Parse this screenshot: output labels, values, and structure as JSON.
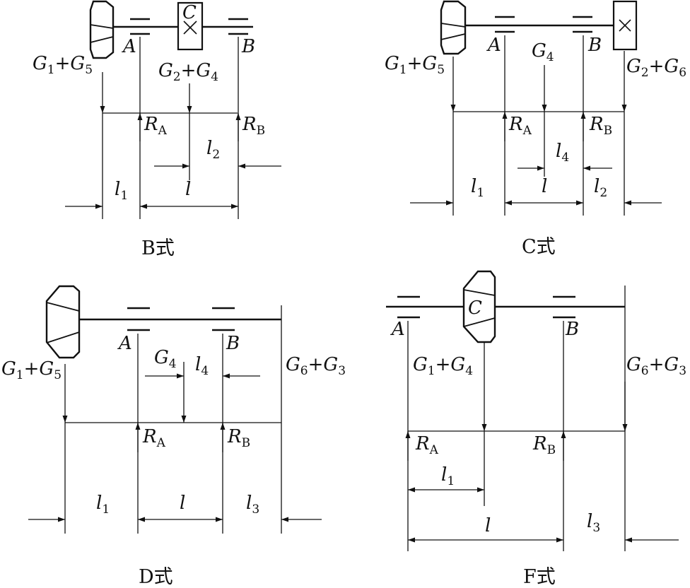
{
  "diagram_B": {
    "caption": "B式",
    "support_a": "A",
    "support_b": "B",
    "gear_c": "C",
    "load_g1g5": {
      "g": "G",
      "s1": "1",
      "plus": "+",
      "g2": "G",
      "s2": "5"
    },
    "load_g2g4": {
      "g": "G",
      "s1": "2",
      "plus": "+",
      "g2": "G",
      "s2": "4"
    },
    "reaction_a": {
      "r": "R",
      "s": "A"
    },
    "reaction_b": {
      "r": "R",
      "s": "B"
    },
    "dim_l1": {
      "l": "l",
      "s": "1"
    },
    "dim_l": "l",
    "dim_l2": {
      "l": "l",
      "s": "2"
    }
  },
  "diagram_C": {
    "caption": "C式",
    "support_a": "A",
    "support_b": "B",
    "load_g1g5": {
      "g": "G",
      "s1": "1",
      "plus": "+",
      "g2": "G",
      "s2": "5"
    },
    "load_g4": {
      "g": "G",
      "s": "4"
    },
    "load_g2g6": {
      "g": "G",
      "s1": "2",
      "plus": "+",
      "g2": "G",
      "s2": "6"
    },
    "reaction_a": {
      "r": "R",
      "s": "A"
    },
    "reaction_b": {
      "r": "R",
      "s": "B"
    },
    "dim_l1": {
      "l": "l",
      "s": "1"
    },
    "dim_l": "l",
    "dim_l2": {
      "l": "l",
      "s": "2"
    },
    "dim_l4": {
      "l": "l",
      "s": "4"
    }
  },
  "diagram_D": {
    "caption": "D式",
    "support_a": "A",
    "support_b": "B",
    "load_g1g5": {
      "g": "G",
      "s1": "1",
      "plus": "+",
      "g2": "G",
      "s2": "5"
    },
    "load_g4": {
      "g": "G",
      "s": "4"
    },
    "load_g6g3": {
      "g": "G",
      "s1": "6",
      "plus": "+",
      "g2": "G",
      "s2": "3"
    },
    "reaction_a": {
      "r": "R",
      "s": "A"
    },
    "reaction_b": {
      "r": "R",
      "s": "B"
    },
    "dim_l1": {
      "l": "l",
      "s": "1"
    },
    "dim_l": "l",
    "dim_l3": {
      "l": "l",
      "s": "3"
    },
    "dim_l4": {
      "l": "l",
      "s": "4"
    }
  },
  "diagram_F": {
    "caption": "F式",
    "support_a": "A",
    "support_b": "B",
    "gear_c": "C",
    "load_g1g4": {
      "g": "G",
      "s1": "1",
      "plus": "+",
      "g2": "G",
      "s2": "4"
    },
    "load_g6g3": {
      "g": "G",
      "s1": "6",
      "plus": "+",
      "g2": "G",
      "s2": "3"
    },
    "reaction_a": {
      "r": "R",
      "s": "A"
    },
    "reaction_b": {
      "r": "R",
      "s": "B"
    },
    "dim_l1": {
      "l": "l",
      "s": "1"
    },
    "dim_l": "l",
    "dim_l3": {
      "l": "l",
      "s": "3"
    }
  }
}
